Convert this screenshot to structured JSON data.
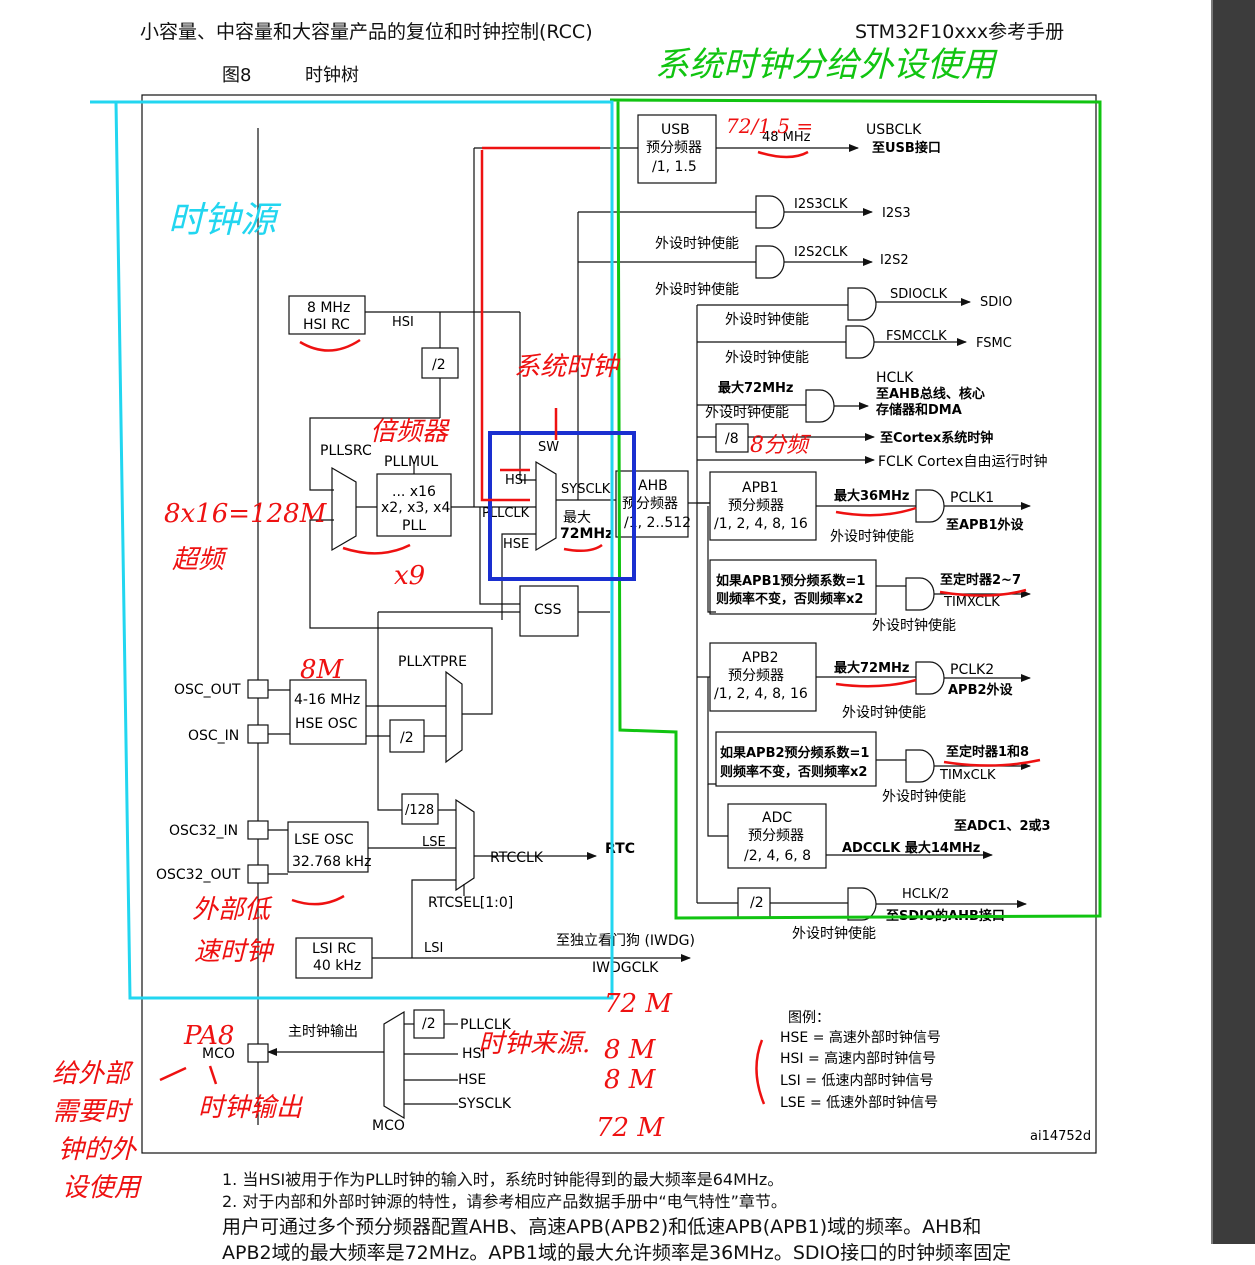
{
  "header": {
    "chapter": "小容量、中容量和大容量产品的复位和时钟控制(RCC)",
    "manual": "STM32F10xxx参考手册"
  },
  "figure": {
    "number": "图8",
    "title": "时钟树",
    "id": "ai14752d"
  },
  "sources": {
    "hsi_rc": [
      "8 MHz",
      "HSI RC"
    ],
    "hse_osc": [
      "4-16 MHz",
      "HSE OSC"
    ],
    "lse_osc": [
      "LSE OSC",
      "32.768 kHz"
    ],
    "lsi_rc": [
      "LSI RC",
      "40 kHz"
    ]
  },
  "pins": {
    "osc_out": "OSC_OUT",
    "osc_in": "OSC_IN",
    "osc32_in": "OSC32_IN",
    "osc32_out": "OSC32_OUT",
    "mco": "MCO"
  },
  "blocks": {
    "usb": [
      "USB",
      "预分频器",
      "/1, 1.5"
    ],
    "pll": [
      "... x16",
      "x2, x3, x4",
      "PLL"
    ],
    "pllmul": "PLLMUL",
    "pllsrc": "PLLSRC",
    "pllxtpre": "PLLXTPRE",
    "div2": "/2",
    "div8": "/8",
    "div128": "/128",
    "sw": "SW",
    "css": "CSS",
    "sysclk": "SYSCLK",
    "max": "最大",
    "max72": "72MHz",
    "ahb": [
      "AHB",
      "预分频器",
      "/1, 2..512"
    ],
    "apb1": [
      "APB1",
      "预分频器",
      "/1, 2, 4, 8, 16"
    ],
    "apb2": [
      "APB2",
      "预分频器",
      "/1, 2, 4, 8, 16"
    ],
    "adc": [
      "ADC",
      "预分频器",
      "/2, 4, 6, 8"
    ],
    "tim_note1": [
      "如果APB1预分频系数=1",
      "则频率不变，否则频率x2"
    ],
    "tim_note2": [
      "如果APB2预分频系数=1",
      "则频率不变，否则频率x2"
    ],
    "rtcsel": "RTCSEL[1:0]"
  },
  "signals": {
    "hsi": "HSI",
    "hse": "HSE",
    "lse": "LSE",
    "lsi": "LSI",
    "pllclk": "PLLCLK",
    "mhz48": "48 MHz",
    "usbclk": "USBCLK",
    "to_usb": "至USB接口",
    "i2s3clk": "I2S3CLK",
    "i2s3": "I2S3",
    "i2s2clk": "I2S2CLK",
    "i2s2": "I2S2",
    "sdioclk": "SDIOCLK",
    "sdio": "SDIO",
    "fsmcclk": "FSMCCLK",
    "fsmc": "FSMC",
    "periph_en": "外设时钟使能",
    "max72mhz": "最大72MHz",
    "hclk": "HCLK",
    "hclk_to": "至AHB总线、核心",
    "hclk_mem": "存储器和DMA",
    "cortex": "至Cortex系统时钟",
    "fclk": "FCLK Cortex自由运行时钟",
    "max36": "最大36MHz",
    "pclk1": "PCLK1",
    "to_apb1": "至APB1外设",
    "timer27": "至定时器2~7",
    "timxclk": "TIMXCLK",
    "pclk2": "PCLK2",
    "to_apb2": "APB2外设",
    "timer18": "至定时器1和8",
    "timxclk2": "TIMxCLK",
    "to_adc": "至ADC1、2或3",
    "adcclk": "ADCCLK  最大14MHz",
    "hclk2": "HCLK/2",
    "to_sdio_ahb": "至SDIO的AHB接口",
    "rtcclk": "RTCCLK",
    "rtc": "RTC",
    "iwdg": "至独立看门狗  (IWDG)",
    "iwdgclk": "IWDGCLK",
    "mco_out": "主时钟输出",
    "sysclk2": "SYSCLK"
  },
  "legend": {
    "title": "图例：",
    "items": [
      "HSE = 高速外部时钟信号",
      "HSI = 高速内部时钟信号",
      "LSI = 低速内部时钟信号",
      "LSE = 低速外部时钟信号"
    ]
  },
  "annotations": {
    "green_title": "系统时钟分给外设使用",
    "cyan_title": "时钟源",
    "red_usb": "72/1.5 =",
    "sys_clock": "系统时钟",
    "multiplier": "倍频器",
    "overclock": [
      "8x16=128M",
      "超频"
    ],
    "x9": "x9",
    "div8_note": "8分频",
    "m8": "8M",
    "ext_lowspeed": [
      "外部低",
      "速时钟"
    ],
    "pa8": "PA8",
    "clk_out": "时钟输出",
    "ext_periph": [
      "给外部",
      "需要时",
      "钟的外",
      "设使用"
    ],
    "clk_sources": "时钟来源.",
    "mco_vals": [
      "72 M",
      "8 M",
      "8 M",
      "72 M"
    ]
  },
  "footnotes": [
    "1.  当HSI被用于作为PLL时钟的输入时，系统时钟能得到的最大频率是64MHz。",
    "2.  对于内部和外部时钟源的特性，请参考相应产品数据手册中“电气特性”章节。"
  ],
  "paragraph": [
    "用户可通过多个预分频器配置AHB、高速APB(APB2)和低速APB(APB1)域的频率。AHB和",
    "APB2域的最大频率是72MHz。APB1域的最大允许频率是36MHz。SDIO接口的时钟频率固定"
  ]
}
